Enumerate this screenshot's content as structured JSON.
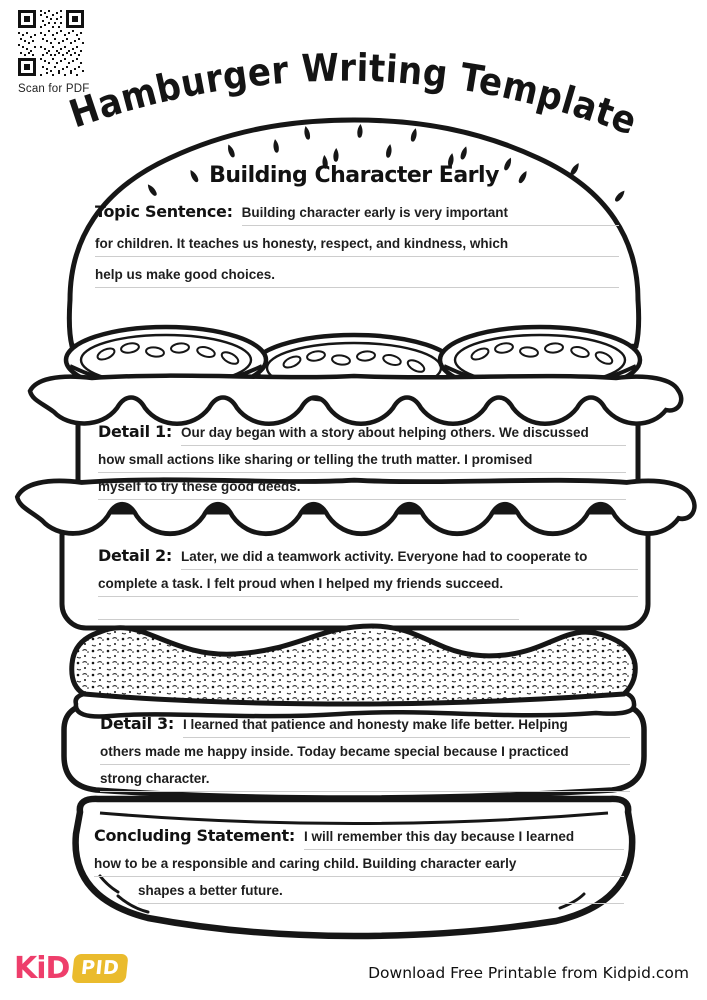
{
  "qr_caption": "Scan for PDF",
  "title": "Hamburger Writing Template",
  "essay": {
    "heading": "Building Character Early",
    "topic": {
      "label": "Topic Sentence:",
      "line1": "Building character early is very important",
      "line2": "for children. It teaches us honesty, respect, and kindness, which",
      "line3": "help us make good choices."
    },
    "detail1": {
      "label": "Detail 1:",
      "line1": "Our day began with a story about helping others. We discussed",
      "line2": "how small actions like sharing or telling the truth matter. I promised",
      "line3": "myself to try these good deeds."
    },
    "detail2": {
      "label": "Detail 2:",
      "line1": "Later, we did a teamwork activity. Everyone had to cooperate to",
      "line2": "complete a task. I felt proud when I helped my friends succeed.",
      "line3": ""
    },
    "detail3": {
      "label": "Detail 3:",
      "line1": "I learned that patience and honesty make life better. Helping",
      "line2": "others made me happy inside. Today became special because I practiced",
      "line3": "strong character."
    },
    "conclusion": {
      "label": "Concluding Statement:",
      "line1": "I will remember this day because I learned",
      "line2": "how to be a responsible and caring child. Building character early",
      "line3": "shapes a better future."
    }
  },
  "footer": {
    "logo_part1": "KiD",
    "logo_part2": "PID",
    "credit": "Download Free Printable from Kidpid.com"
  },
  "colors": {
    "ink": "#161616",
    "underline": "#cdcdcd",
    "logo_pink": "#EE3E6B",
    "logo_yellow": "#EABB2D"
  }
}
